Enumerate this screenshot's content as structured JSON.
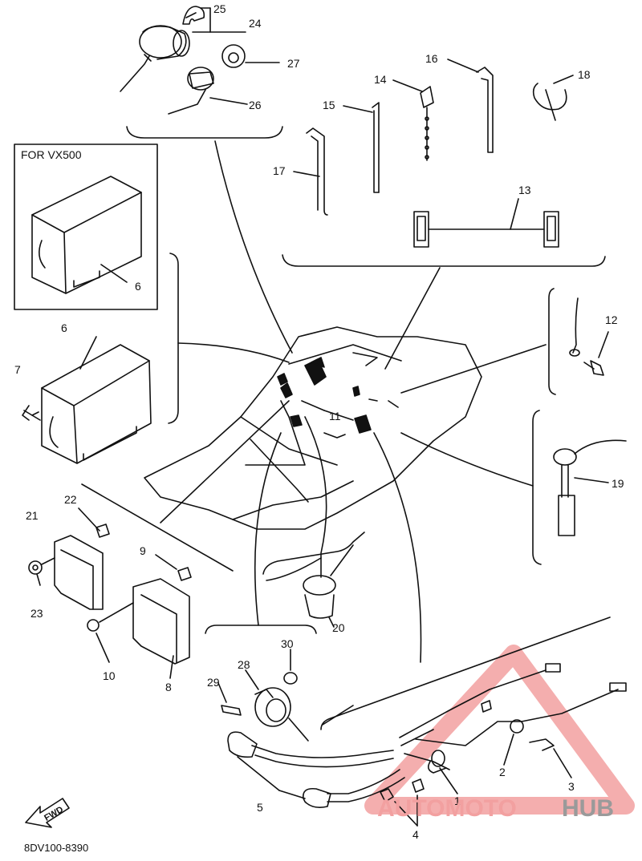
{
  "diagram": {
    "variant_box_label": "FOR VX500",
    "figure_code": "8DV100-8390",
    "fwd_label": "FWD",
    "callouts": {
      "c1": "1",
      "c2": "2",
      "c3": "3",
      "c4": "4",
      "c5": "5",
      "c6a": "6",
      "c6b": "6",
      "c7": "7",
      "c8": "8",
      "c9": "9",
      "c10": "10",
      "c11": "11",
      "c12": "12",
      "c13": "13",
      "c14": "14",
      "c15": "15",
      "c16": "16",
      "c17": "17",
      "c18": "18",
      "c19": "19",
      "c20": "20",
      "c21": "21",
      "c22": "22",
      "c23": "23",
      "c24": "24",
      "c25": "25",
      "c26": "26",
      "c27": "27",
      "c28": "28",
      "c29": "29",
      "c30": "30"
    }
  },
  "watermark": {
    "part_a": "AUTOMOTO",
    "part_b": "HUB",
    "color_a": "#f2a0a0",
    "color_b": "#9a9a9a"
  }
}
